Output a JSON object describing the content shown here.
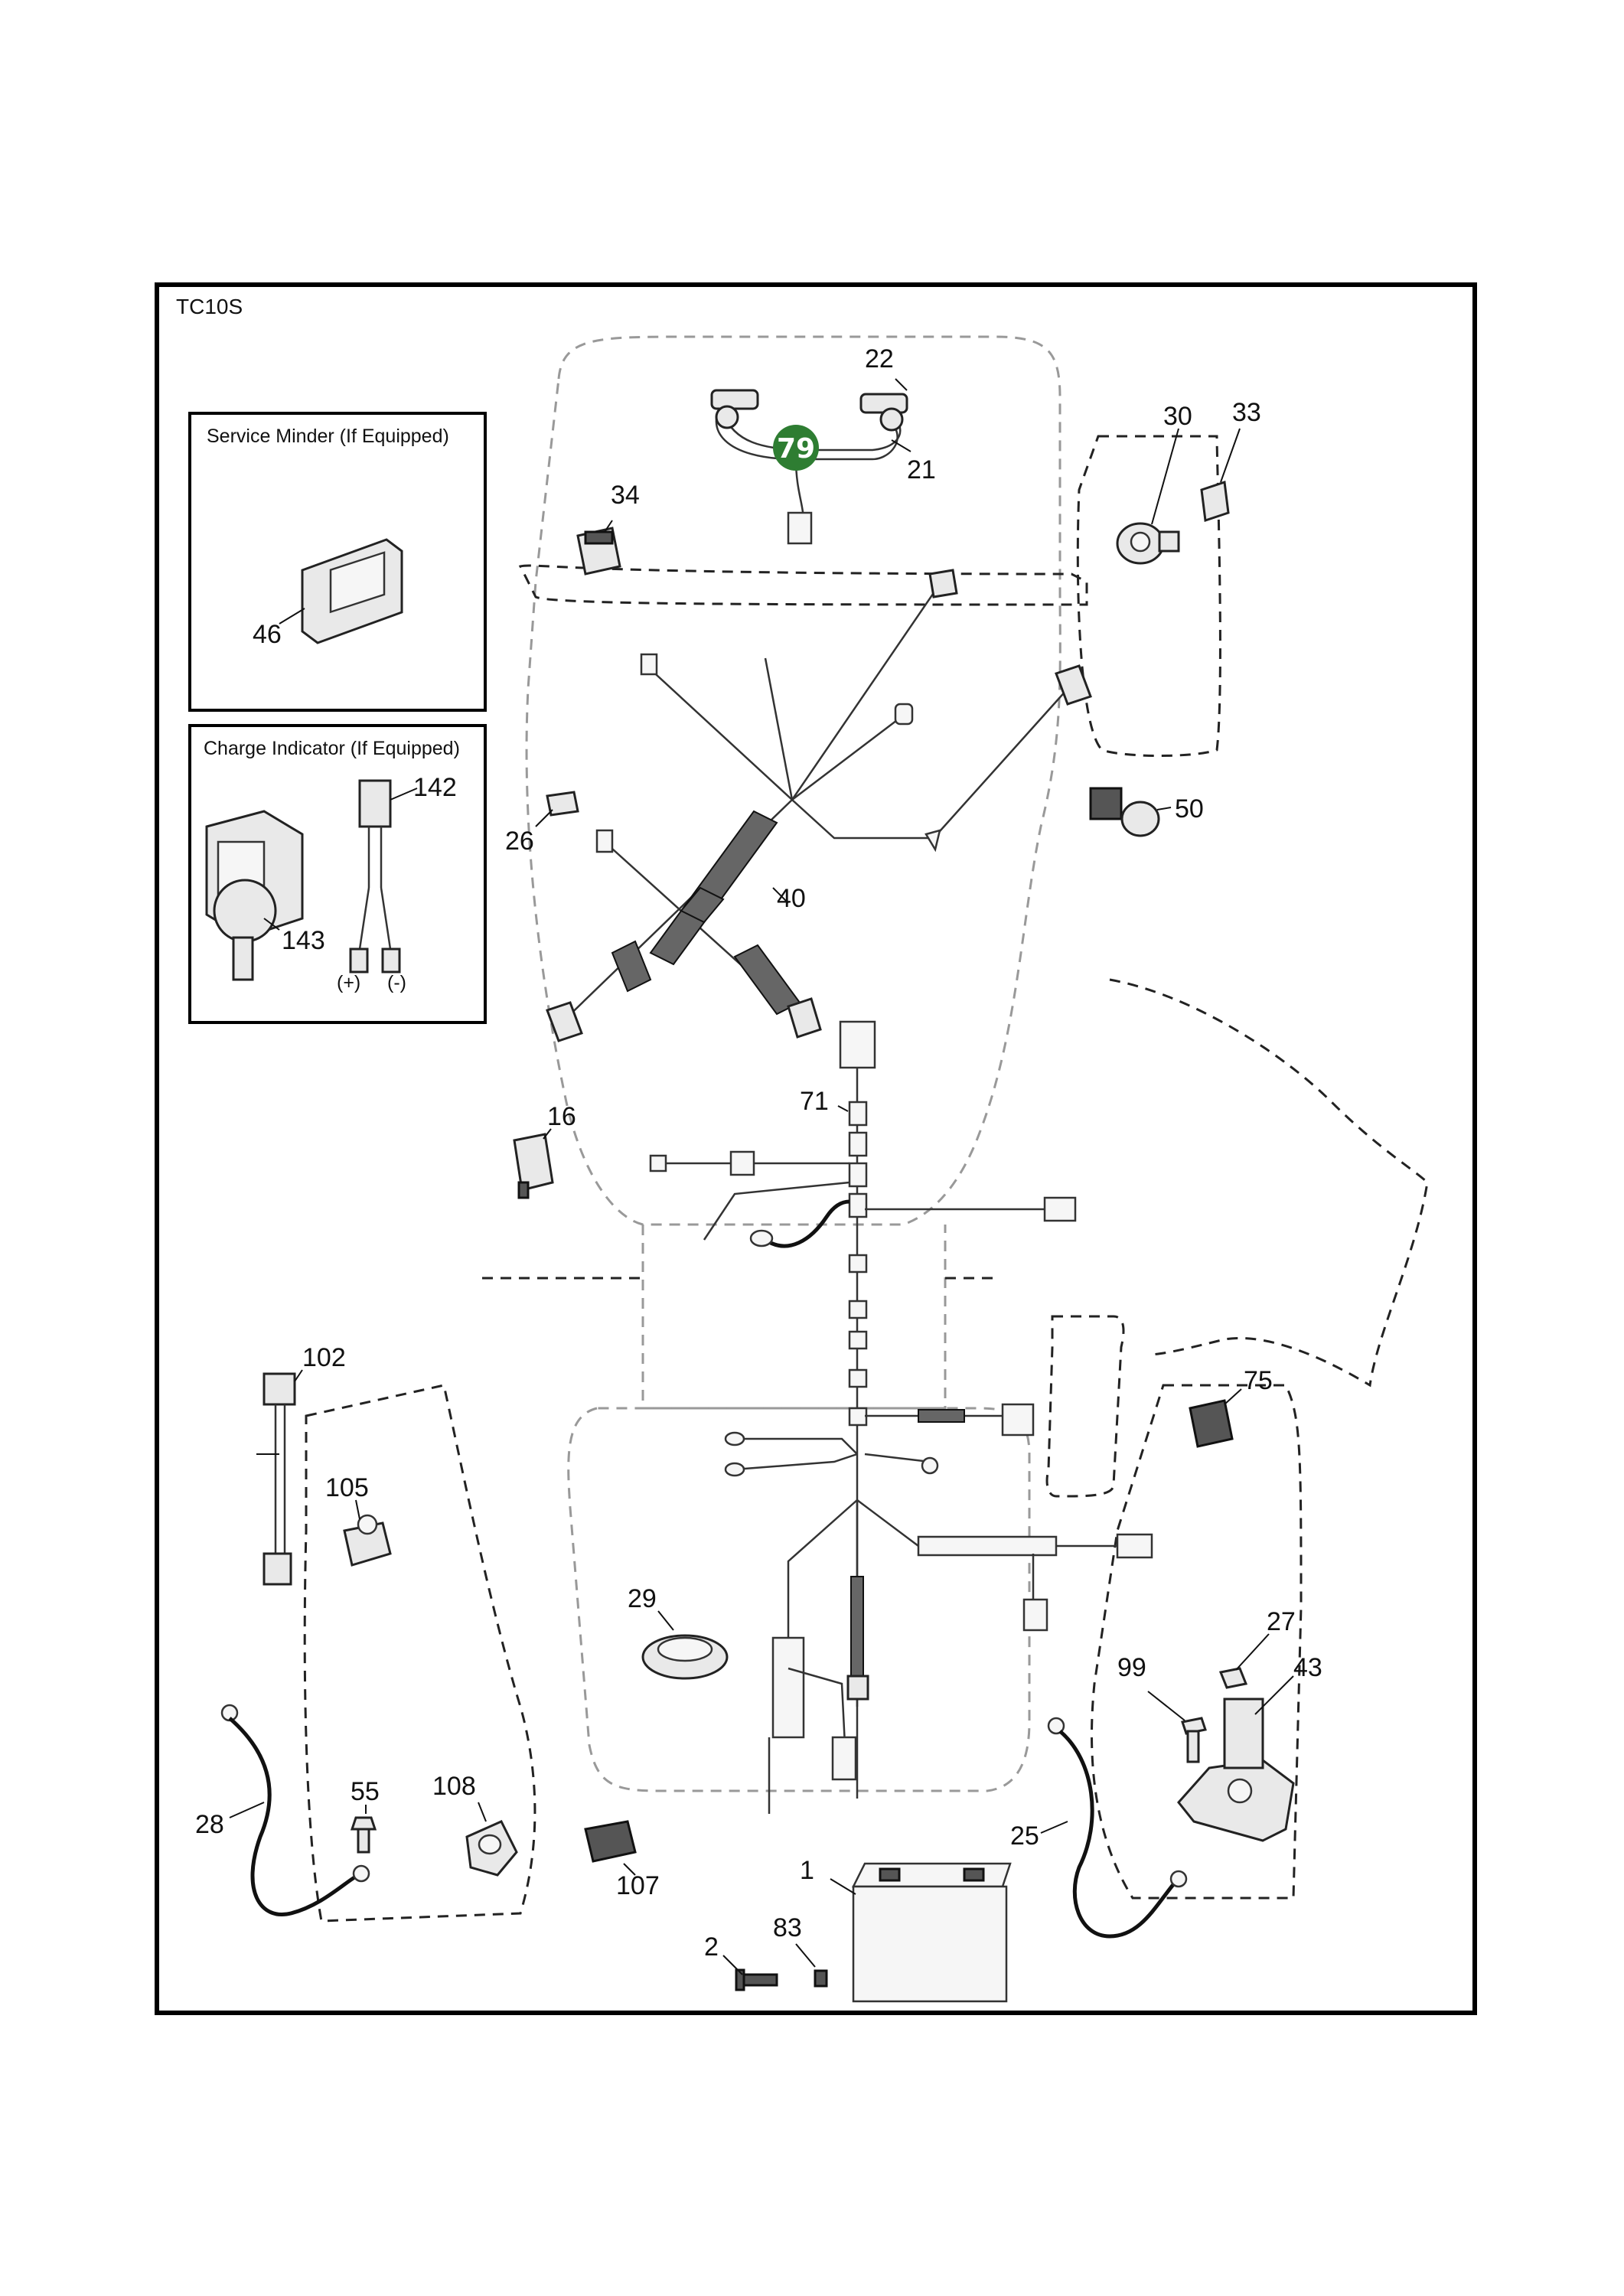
{
  "model_label": "TC10S",
  "insets": {
    "service_minder": "Service Minder (If Equipped)",
    "charge_indicator": "Charge Indicator (If Equipped)",
    "polarity_plus": "(+)",
    "polarity_minus": "(-)"
  },
  "highlighted_part": "79",
  "callouts": {
    "p22": "22",
    "p21": "21",
    "p30": "30",
    "p33": "33",
    "p34": "34",
    "p46": "46",
    "p142": "142",
    "p143": "143",
    "p26": "26",
    "p40": "40",
    "p50": "50",
    "p16": "16",
    "p71": "71",
    "p102": "102",
    "p105": "105",
    "p75": "75",
    "p29": "29",
    "p27": "27",
    "p99": "99",
    "p43": "43",
    "p28": "28",
    "p55": "55",
    "p108": "108",
    "p107": "107",
    "p1": "1",
    "p25": "25",
    "p83": "83",
    "p2": "2"
  }
}
